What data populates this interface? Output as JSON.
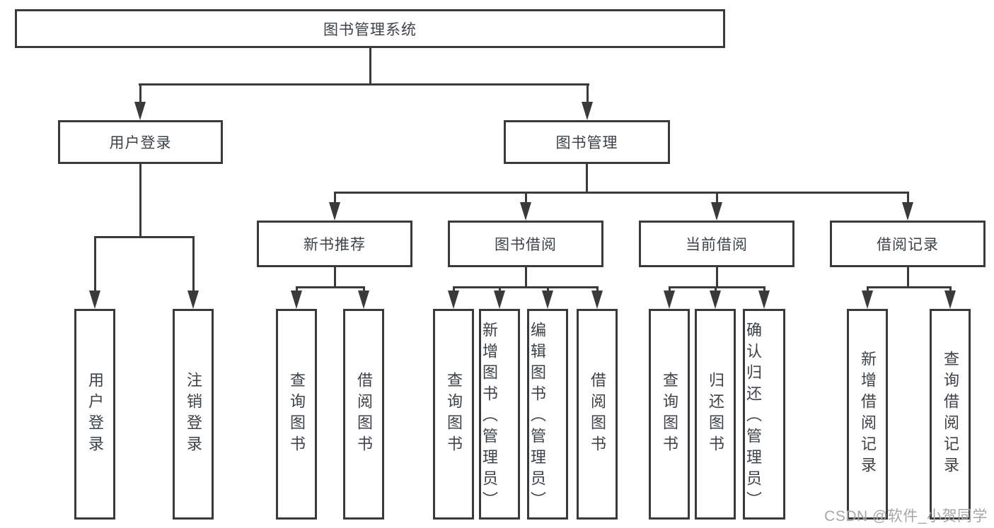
{
  "colors": {
    "line": "#3a3a3a",
    "border": "#3a3a3a",
    "text": "#3d4248",
    "watermark": "#a6a6a6",
    "background": "#ffffff"
  },
  "watermark": "CSDN @软件_小贺同学",
  "tree": {
    "root": "图书管理系统",
    "user_login": "用户登录",
    "book_mgmt": "图书管理",
    "new_book": "新书推荐",
    "book_borrow": "图书借阅",
    "current_borrow": "当前借阅",
    "borrow_record": "借阅记录",
    "leaves": {
      "user_login_1": "用户登录",
      "user_login_2": "注销登录",
      "new_book_1": "查询图书",
      "new_book_2": "借阅图书",
      "book_borrow_1": "查询图书",
      "book_borrow_2": "新增图书（管理员）",
      "book_borrow_3": "编辑图书（管理员）",
      "book_borrow_4": "借阅图书",
      "current_1": "查询图书",
      "current_2": "归还图书",
      "current_3": "确认归还（管理员）",
      "record_1": "新增借阅记录",
      "record_2": "查询借阅记录"
    }
  }
}
